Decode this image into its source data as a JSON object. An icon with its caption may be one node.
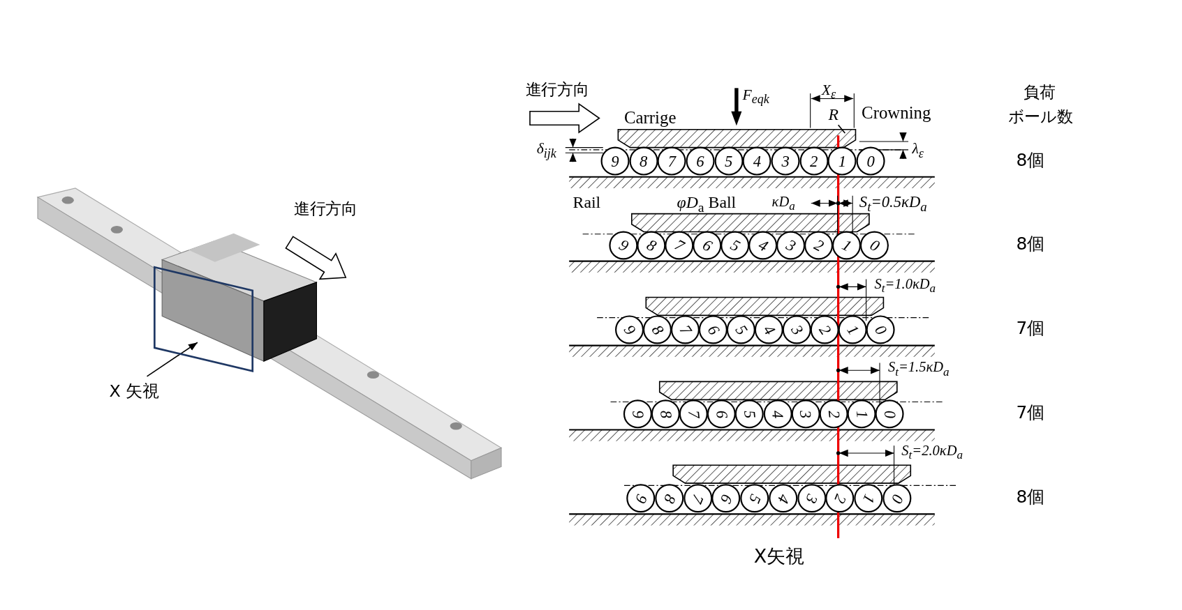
{
  "diagram": {
    "nodes": [
      {
        "text": [
          "X 矢視"
        ]
      },
      {
        "text": [],
        "shape": "box"
      },
      {
        "text": [
          "R"
        ]
      },
      {
        "text": [
          "9"
        ]
      },
      {
        "text": [
          "8"
        ]
      },
      {
        "text": [
          "7"
        ]
      },
      {
        "text": [
          "6"
        ]
      },
      {
        "text": [
          "5"
        ]
      },
      {
        "text": [
          "4"
        ]
      },
      {
        "text": [
          "3"
        ]
      },
      {
        "text": [
          "2"
        ]
      },
      {
        "text": [
          "1"
        ]
      },
      {
        "text": [
          "0"
        ]
      },
      {
        "text": [
          "9"
        ]
      },
      {
        "text": [
          "8"
        ]
      },
      {
        "text": [
          "7"
        ]
      },
      {
        "text": [
          "6"
        ]
      },
      {
        "text": [
          "5"
        ]
      },
      {
        "text": [
          "4"
        ]
      },
      {
        "text": [
          "3"
        ]
      },
      {
        "text": [
          "2"
        ]
      },
      {
        "text": [
          "1"
        ]
      },
      {
        "text": [
          "0"
        ]
      },
      {
        "text": [
          "9"
        ]
      },
      {
        "text": [
          "8"
        ]
      },
      {
        "text": [
          "7"
        ]
      },
      {
        "text": [
          "6"
        ]
      },
      {
        "text": [
          "5"
        ]
      },
      {
        "text": [
          "4"
        ]
      },
      {
        "text": [
          "3"
        ]
      },
      {
        "text": [
          "2"
        ]
      },
      {
        "text": [
          "1"
        ]
      },
      {
        "text": [
          "0"
        ]
      },
      {
        "text": [
          "9"
        ]
      },
      {
        "text": [
          "8"
        ]
      },
      {
        "text": [
          "7"
        ]
      },
      {
        "text": [
          "6"
        ]
      },
      {
        "text": [
          "5"
        ]
      },
      {
        "text": [
          "4"
        ]
      },
      {
        "text": [
          "3"
        ]
      },
      {
        "text": [
          "2"
        ]
      },
      {
        "text": [
          "1"
        ]
      },
      {
        "text": [
          "0"
        ]
      },
      {
        "text": [
          "9"
        ]
      },
      {
        "text": [
          "8"
        ]
      },
      {
        "text": [
          "7"
        ]
      },
      {
        "text": [
          "6"
        ]
      },
      {
        "text": [
          "5"
        ]
      },
      {
        "text": [
          "4"
        ]
      },
      {
        "text": [
          "3"
        ]
      },
      {
        "text": [
          "2"
        ]
      },
      {
        "text": [
          "1"
        ]
      },
      {
        "text": [
          "0"
        ]
      }
    ],
    "edges": [
      {
        "from": 0,
        "to": 1,
        "arrow": "to"
      },
      {
        "from": 2,
        "to": null,
        "arrow": "none"
      }
    ],
    "labels": [
      "進行方向",
      "進行方向",
      "F$_{eqk}$",
      "X$_{ε}$",
      "Carrige",
      "Crowning",
      "負荷",
      "ボール数",
      "δ$_{ijk}$",
      "λ$_{ε}$",
      "8個",
      "Rail",
      "*φD*$_{a}$ Ball",
      "κD$_{a}$",
      "S$_{t}$=0.5κD$_{a}$",
      "8個",
      "S$_{t}$=1.0κD$_{a}$",
      "7個",
      "S$_{t}$=1.5κD$_{a}$",
      "7個",
      "S$_{t}$=2.0κD$_{a}$",
      "8個",
      "X矢視"
    ]
  }
}
